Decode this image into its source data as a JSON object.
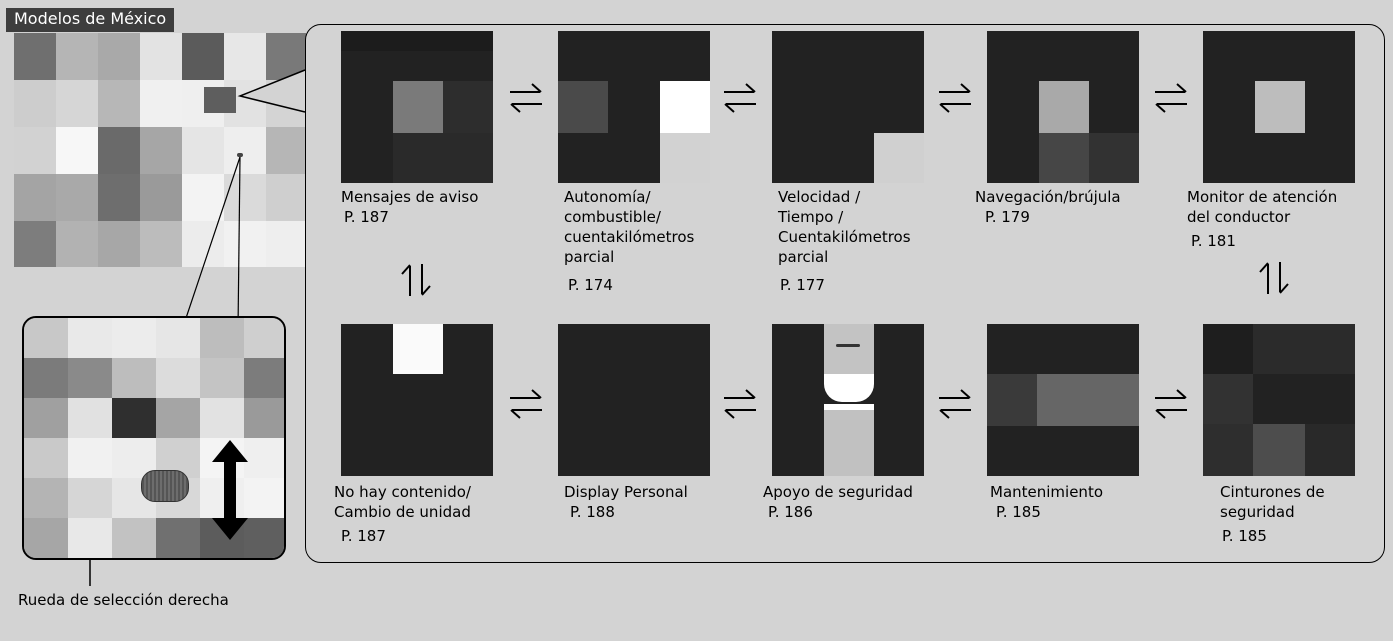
{
  "header": {
    "region_label": "Modelos de México"
  },
  "screens": [
    {
      "id": "warning",
      "label": "Mensajes de aviso",
      "page": "P. 187"
    },
    {
      "id": "range",
      "label": "Autonomía/\ncombustible/\ncuentakilómetros\nparcial",
      "page": "P. 174"
    },
    {
      "id": "speed",
      "label": "Velocidad /\nTiempo /\nCuentakilómetros\nparcial",
      "page": "P. 177"
    },
    {
      "id": "nav",
      "label": "Navegación/brújula",
      "page": "P. 179"
    },
    {
      "id": "driver",
      "label": "Monitor de atención\ndel conductor",
      "page": "P. 181"
    },
    {
      "id": "nocontent",
      "label": "No hay contenido/\nCambio de unidad",
      "page": "P. 187"
    },
    {
      "id": "personal",
      "label": "Display Personal",
      "page": "P. 188"
    },
    {
      "id": "safety",
      "label": "Apoyo de seguridad",
      "page": "P. 186"
    },
    {
      "id": "maint",
      "label": "Mantenimiento",
      "page": "P. 185"
    },
    {
      "id": "belts",
      "label": "Cinturones de\nseguridad",
      "page": "P. 185"
    }
  ],
  "wheel": {
    "label": "Rueda de selección derecha"
  },
  "icons": {
    "horizontal_cycle": "swap-horizontal-arrows-icon",
    "vertical_cycle": "swap-vertical-arrows-icon",
    "scroll": "up-down-arrow-icon"
  }
}
